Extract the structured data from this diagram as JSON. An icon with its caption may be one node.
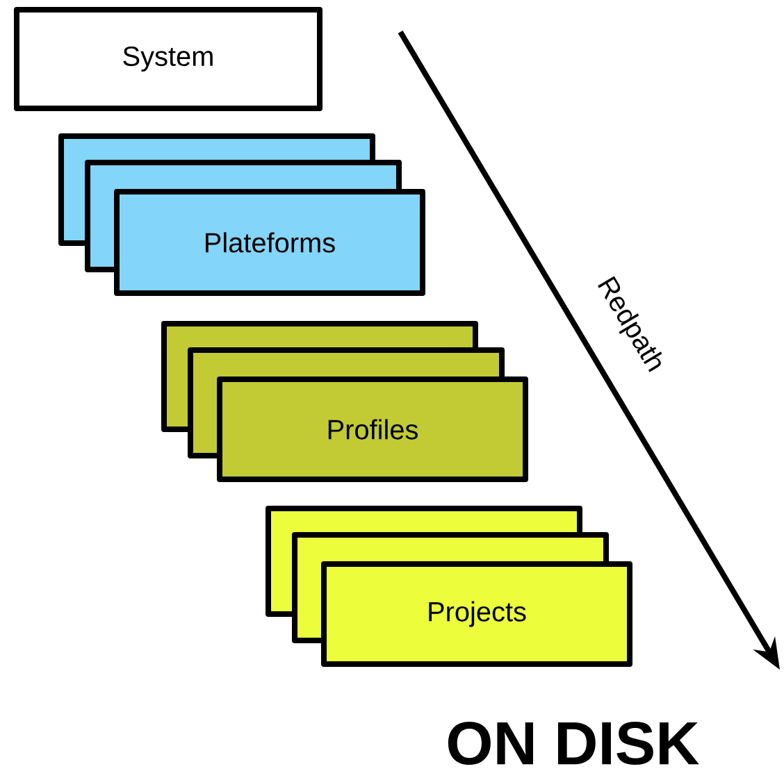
{
  "diagram": {
    "nodes": [
      {
        "text": [
          "System"
        ]
      },
      {
        "text": [
          "Plateforms"
        ]
      },
      {
        "text": [
          "Profiles"
        ]
      },
      {
        "text": [
          "Projects"
        ]
      }
    ],
    "edges": [],
    "labels": [
      "Redpath",
      "ON DISK"
    ]
  }
}
